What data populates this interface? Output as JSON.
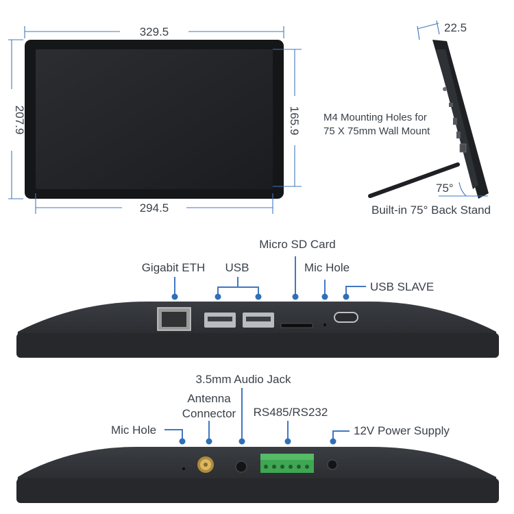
{
  "dimensions": {
    "width_top": "329.5",
    "width_bottom": "294.5",
    "height_outer": "207.9",
    "height_inner": "165.9",
    "depth": "22.5",
    "stand_angle": "75°"
  },
  "side_view": {
    "mounting_line1": "M4 Mounting Holes for",
    "mounting_line2": "75 X 75mm Wall Mount",
    "stand_label": "Built-in 75° Back Stand"
  },
  "top_ports": {
    "micro_sd": "Micro SD Card",
    "gigabit_eth": "Gigabit ETH",
    "usb": "USB",
    "mic_hole": "Mic Hole",
    "usb_slave": "USB SLAVE"
  },
  "bottom_ports": {
    "audio_jack": "3.5mm Audio Jack",
    "antenna_line1": "Antenna",
    "antenna_line2": "Connector",
    "mic_hole": "Mic Hole",
    "rs485": "RS485/RS232",
    "power": "12V Power Supply"
  },
  "colors": {
    "accent": "#3f78c0",
    "device_body": "#2a2c30",
    "terminal_green": "#3fa653"
  }
}
